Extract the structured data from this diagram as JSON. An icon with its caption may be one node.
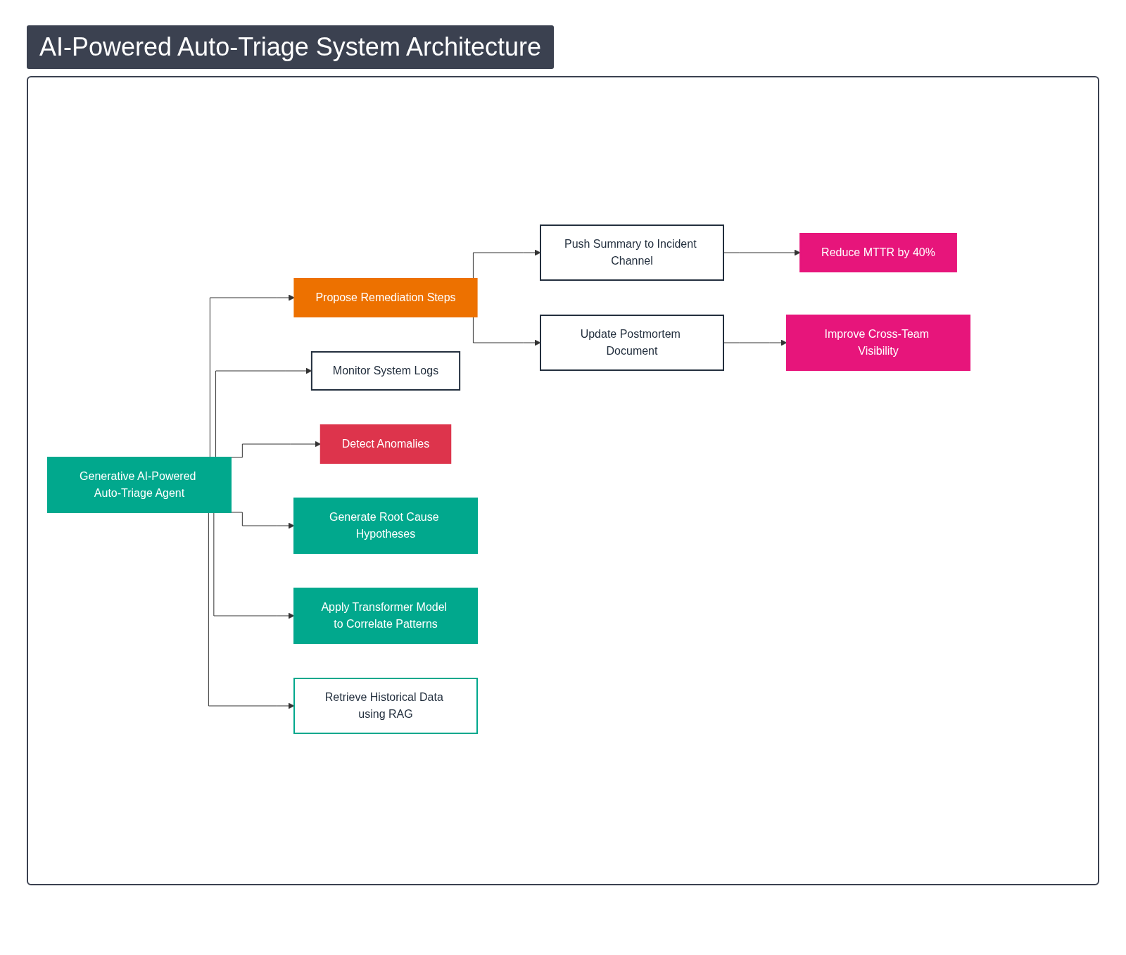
{
  "diagram": {
    "title": "AI-Powered Auto-Triage System Architecture",
    "nodes": [
      {
        "text": [
          "Generative AI-Powered Auto-Triage Agent"
        ]
      },
      {
        "text": [
          "Propose Remediation Steps"
        ]
      },
      {
        "text": [
          "Push Summary to Incident Channel"
        ]
      },
      {
        "text": [
          "Reduce MTTR by 40%"
        ]
      },
      {
        "text": [
          "Monitor System Logs"
        ]
      },
      {
        "text": [
          "Detect Anomalies"
        ]
      },
      {
        "text": [
          "Update Postmortem Document"
        ]
      },
      {
        "text": [
          "Improve Cross-Team Visibility"
        ]
      },
      {
        "text": [
          "Generate Root Cause Hypotheses"
        ]
      },
      {
        "text": [
          "Apply Transformer Model to Correlate Patterns"
        ]
      },
      {
        "text": [
          "Retrieve Historical Data using RAG"
        ]
      }
    ],
    "edges": [
      {
        "from": 0,
        "to": 1,
        "arrow": "to"
      },
      {
        "from": 0,
        "to": 5,
        "arrow": "to"
      },
      {
        "from": 0,
        "to": 10,
        "arrow": "to"
      },
      {
        "from": 0,
        "to": 9,
        "arrow": "to"
      },
      {
        "from": 0,
        "to": 8,
        "arrow": "to"
      },
      {
        "from": 0,
        "to": 4,
        "arrow": "to"
      },
      {
        "from": 1,
        "to": 2,
        "arrow": "to"
      },
      {
        "from": 1,
        "to": 6,
        "arrow": "to"
      },
      {
        "from": 2,
        "to": 3,
        "arrow": "to"
      },
      {
        "from": 6,
        "to": 7,
        "arrow": "to"
      }
    ]
  }
}
